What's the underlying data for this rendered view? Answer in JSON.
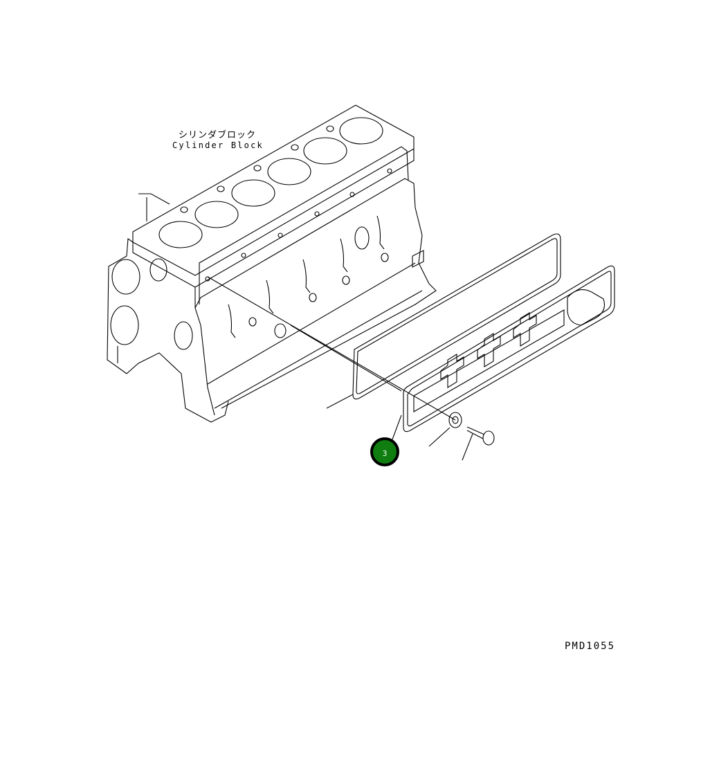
{
  "diagram": {
    "type": "exploded parts diagram",
    "labels": {
      "component_jp": "シリンダブロック",
      "component_en": "Cylinder Block"
    },
    "drawing_code": "PMD1055",
    "callouts": [
      {
        "number": "3",
        "color": "#0f7d0f",
        "border_color": "#000000",
        "target": "gasket"
      }
    ],
    "parts": [
      {
        "name": "cylinder-block",
        "cylinders": 6
      },
      {
        "name": "gasket"
      },
      {
        "name": "cover-plate"
      },
      {
        "name": "washer"
      },
      {
        "name": "bolt"
      }
    ]
  }
}
